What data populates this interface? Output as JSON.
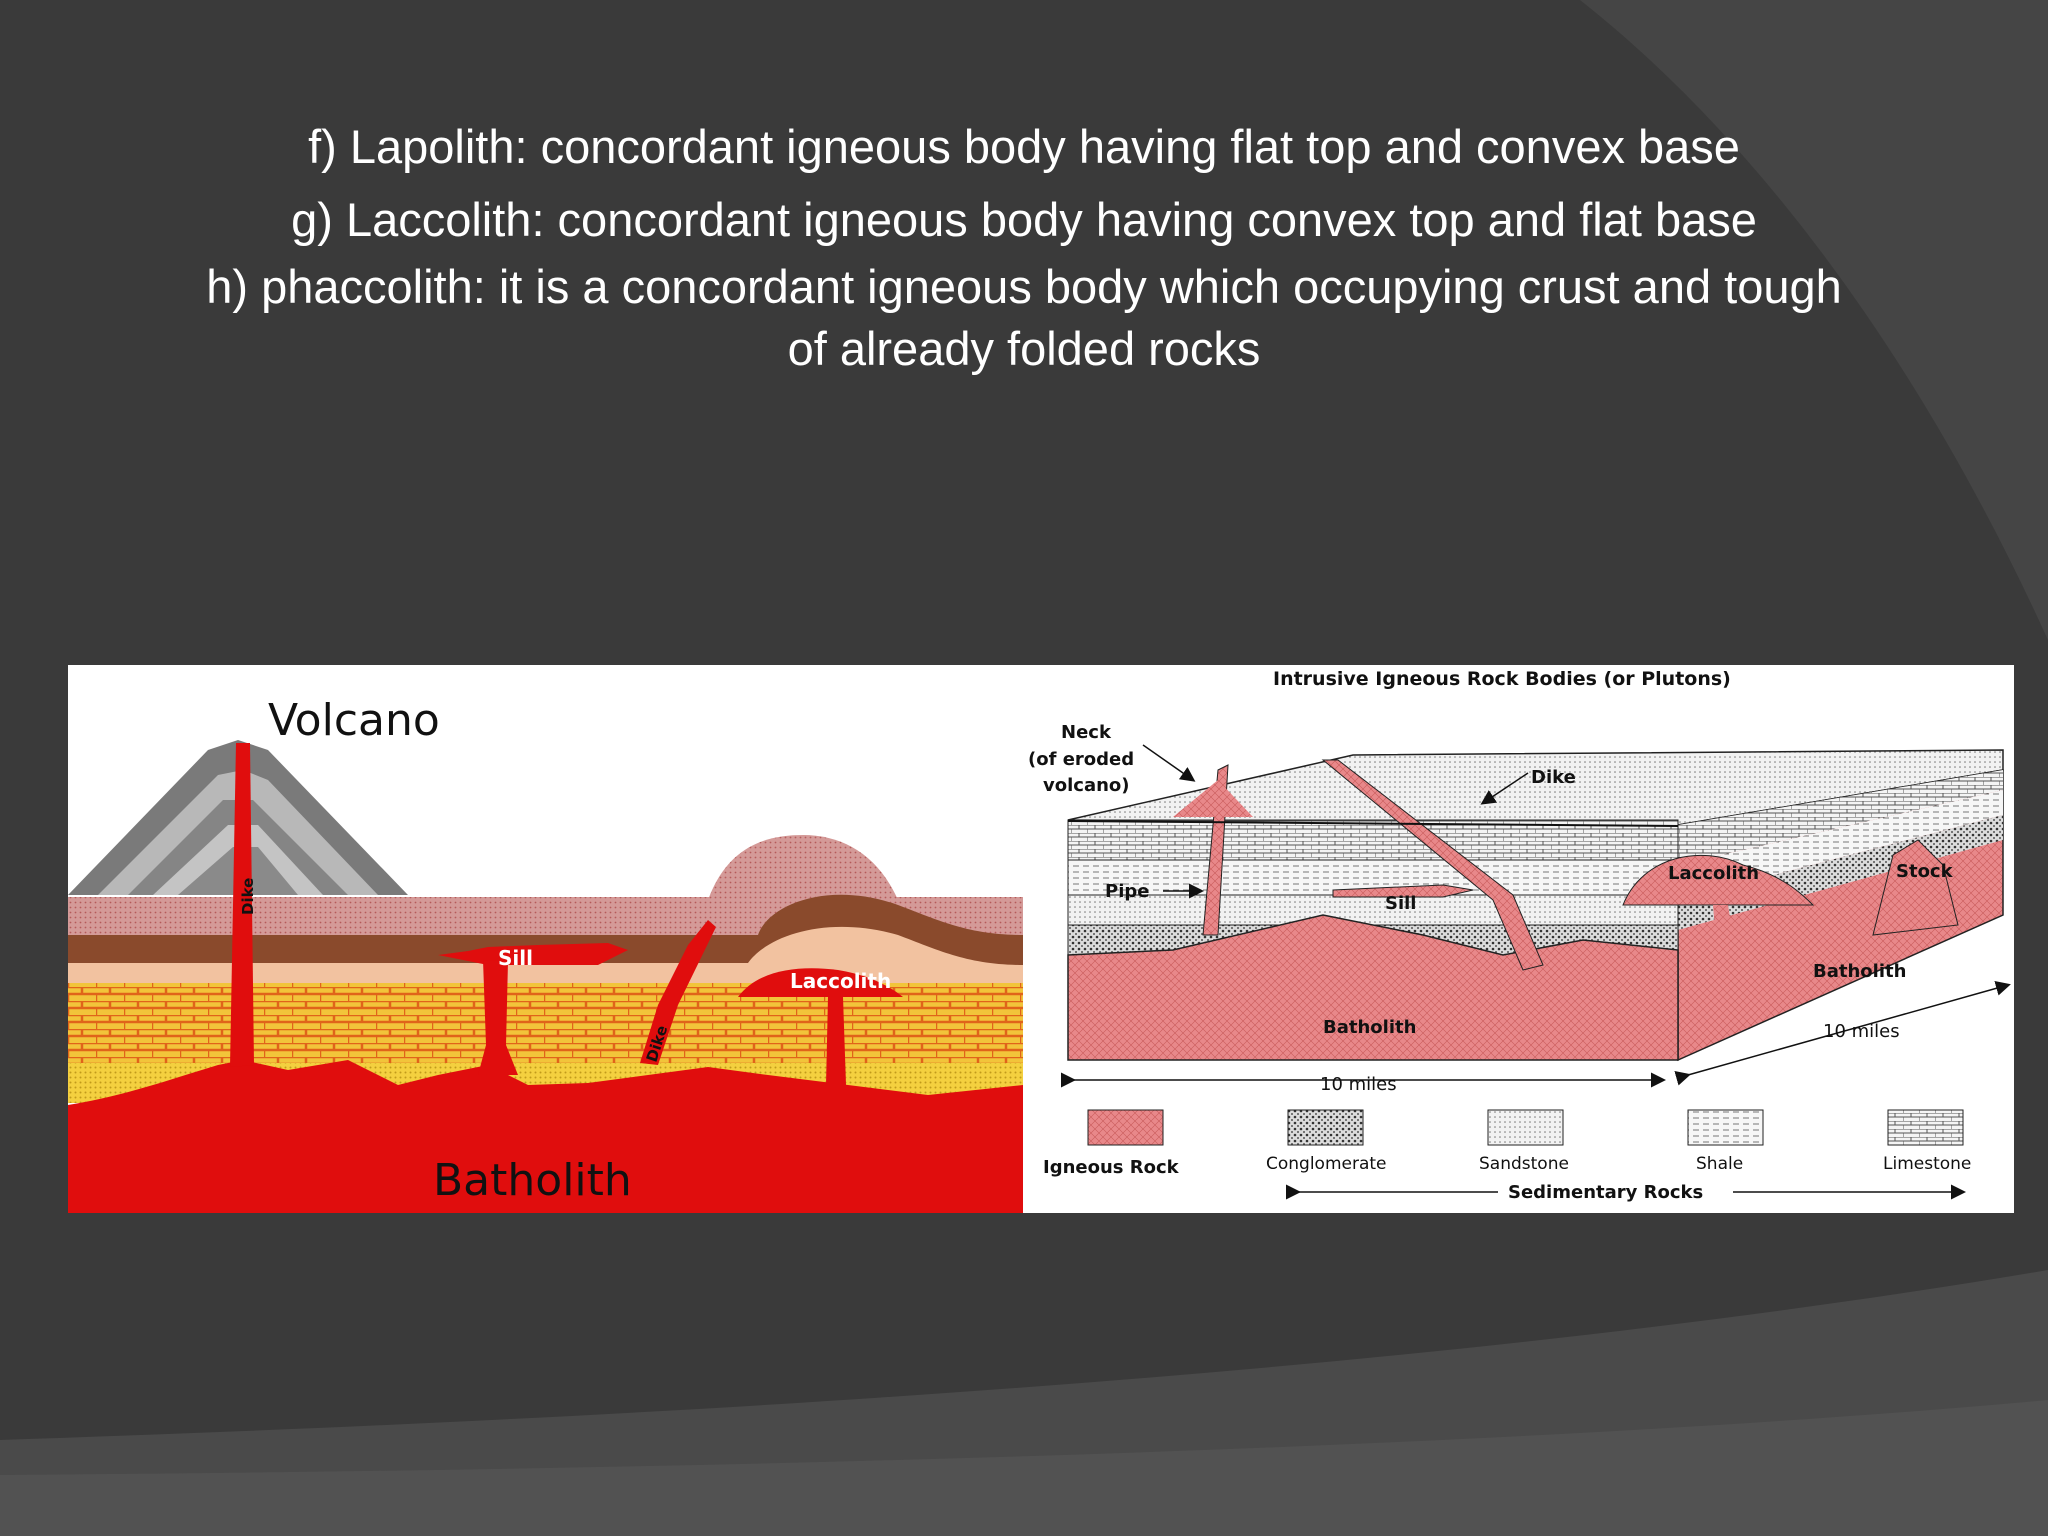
{
  "slide": {
    "lines": [
      "f) Lapolith:  concordant igneous body having flat top and convex base",
      "g) Laccolith: concordant igneous body having convex top and flat base",
      "h) phaccolith: it is a concordant igneous body which occupying crust and tough",
      "of already folded rocks"
    ]
  },
  "figure_left": {
    "labels": {
      "volcano": "Volcano",
      "dike_1": "Dike",
      "sill": "Sill",
      "dike_2": "Dike",
      "laccolith": "Laccolith",
      "batholith": "Batholith"
    }
  },
  "figure_right": {
    "title": "Intrusive Igneous Rock Bodies (or Plutons)",
    "labels": {
      "neck_1": "Neck",
      "neck_2": "(of eroded",
      "neck_3": "volcano)",
      "dike": "Dike",
      "pipe": "Pipe",
      "sill": "Sill",
      "laccolith": "Laccolith",
      "stock": "Stock",
      "batholith_front": "Batholith",
      "batholith_side": "Batholith",
      "scale_side": "10 miles",
      "scale_front": "10 miles"
    },
    "legend": [
      {
        "label": "Igneous Rock"
      },
      {
        "label": "Conglomerate"
      },
      {
        "label": "Sandstone"
      },
      {
        "label": "Shale"
      },
      {
        "label": "Limestone"
      }
    ],
    "legend_group": "Sedimentary Rocks"
  },
  "colors": {
    "background": "#3b3b3b",
    "text": "#ffffff",
    "magma": "#e00d0d",
    "igneous_pink": "#e8888a"
  }
}
